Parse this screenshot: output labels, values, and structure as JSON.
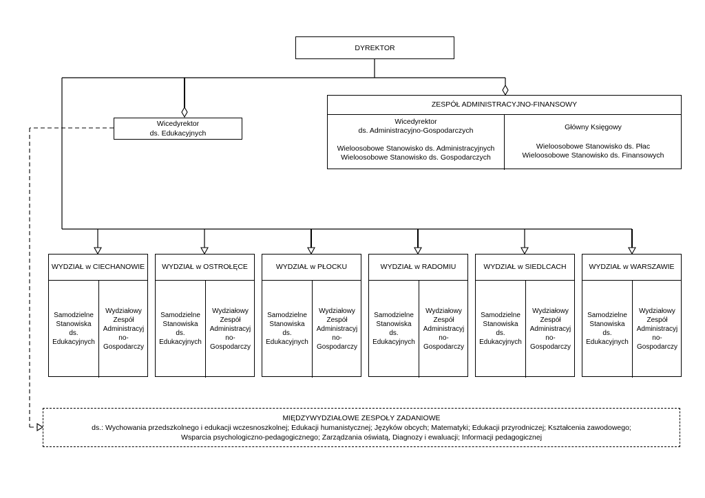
{
  "director": {
    "label": "DYREKTOR"
  },
  "vice_education": {
    "line1": "Wicedyrektor",
    "line2": "ds. Edukacyjnych"
  },
  "admin_team": {
    "title": "ZESPÓŁ ADMINISTRACYJNO-FINANSOWY",
    "left": {
      "line1": "Wicedyrektor",
      "line2": "ds. Administracyjno-Gospodarczych",
      "line3": "Wieloosobowe Stanowisko ds. Administracyjnych",
      "line4": "Wieloosobowe Stanowisko ds. Gospodarczych"
    },
    "right": {
      "line1": "Główny Księgowy",
      "line2": "Wieloosobowe Stanowisko ds. Płac",
      "line3": "Wieloosobowe Stanowisko ds. Finansowych"
    }
  },
  "departments": [
    {
      "title": "WYDZIAŁ w CIECHANOWIE"
    },
    {
      "title": "WYDZIAŁ w OSTROŁĘCE"
    },
    {
      "title": "WYDZIAŁ w PŁOCKU"
    },
    {
      "title": "WYDZIAŁ w RADOMIU"
    },
    {
      "title": "WYDZIAŁ w SIEDLCACH"
    },
    {
      "title": "WYDZIAŁ w WARSZAWIE"
    }
  ],
  "department_cells": {
    "left_lines": [
      "Samodzielne",
      "Stanowiska",
      "ds.",
      "Edukacyjnych"
    ],
    "right_lines": [
      "Wydziałowy",
      "Zespół",
      "Administracyj",
      "no-",
      "Gospodarczy"
    ]
  },
  "interdept": {
    "title": "MIĘDZYWYDZIAŁOWE ZESPOŁY ZADANIOWE",
    "line1": "ds.: Wychowania przedszkolnego i edukacji wczesnoszkolnej; Edukacji humanistycznej; Języków obcych; Matematyki; Edukacji przyrodniczej; Kształcenia zawodowego;",
    "line2": "Wsparcia psychologiczno-pedagogicznego; Zarządzania oświatą, Diagnozy i ewaluacji; Informacji pedagogicznej"
  }
}
